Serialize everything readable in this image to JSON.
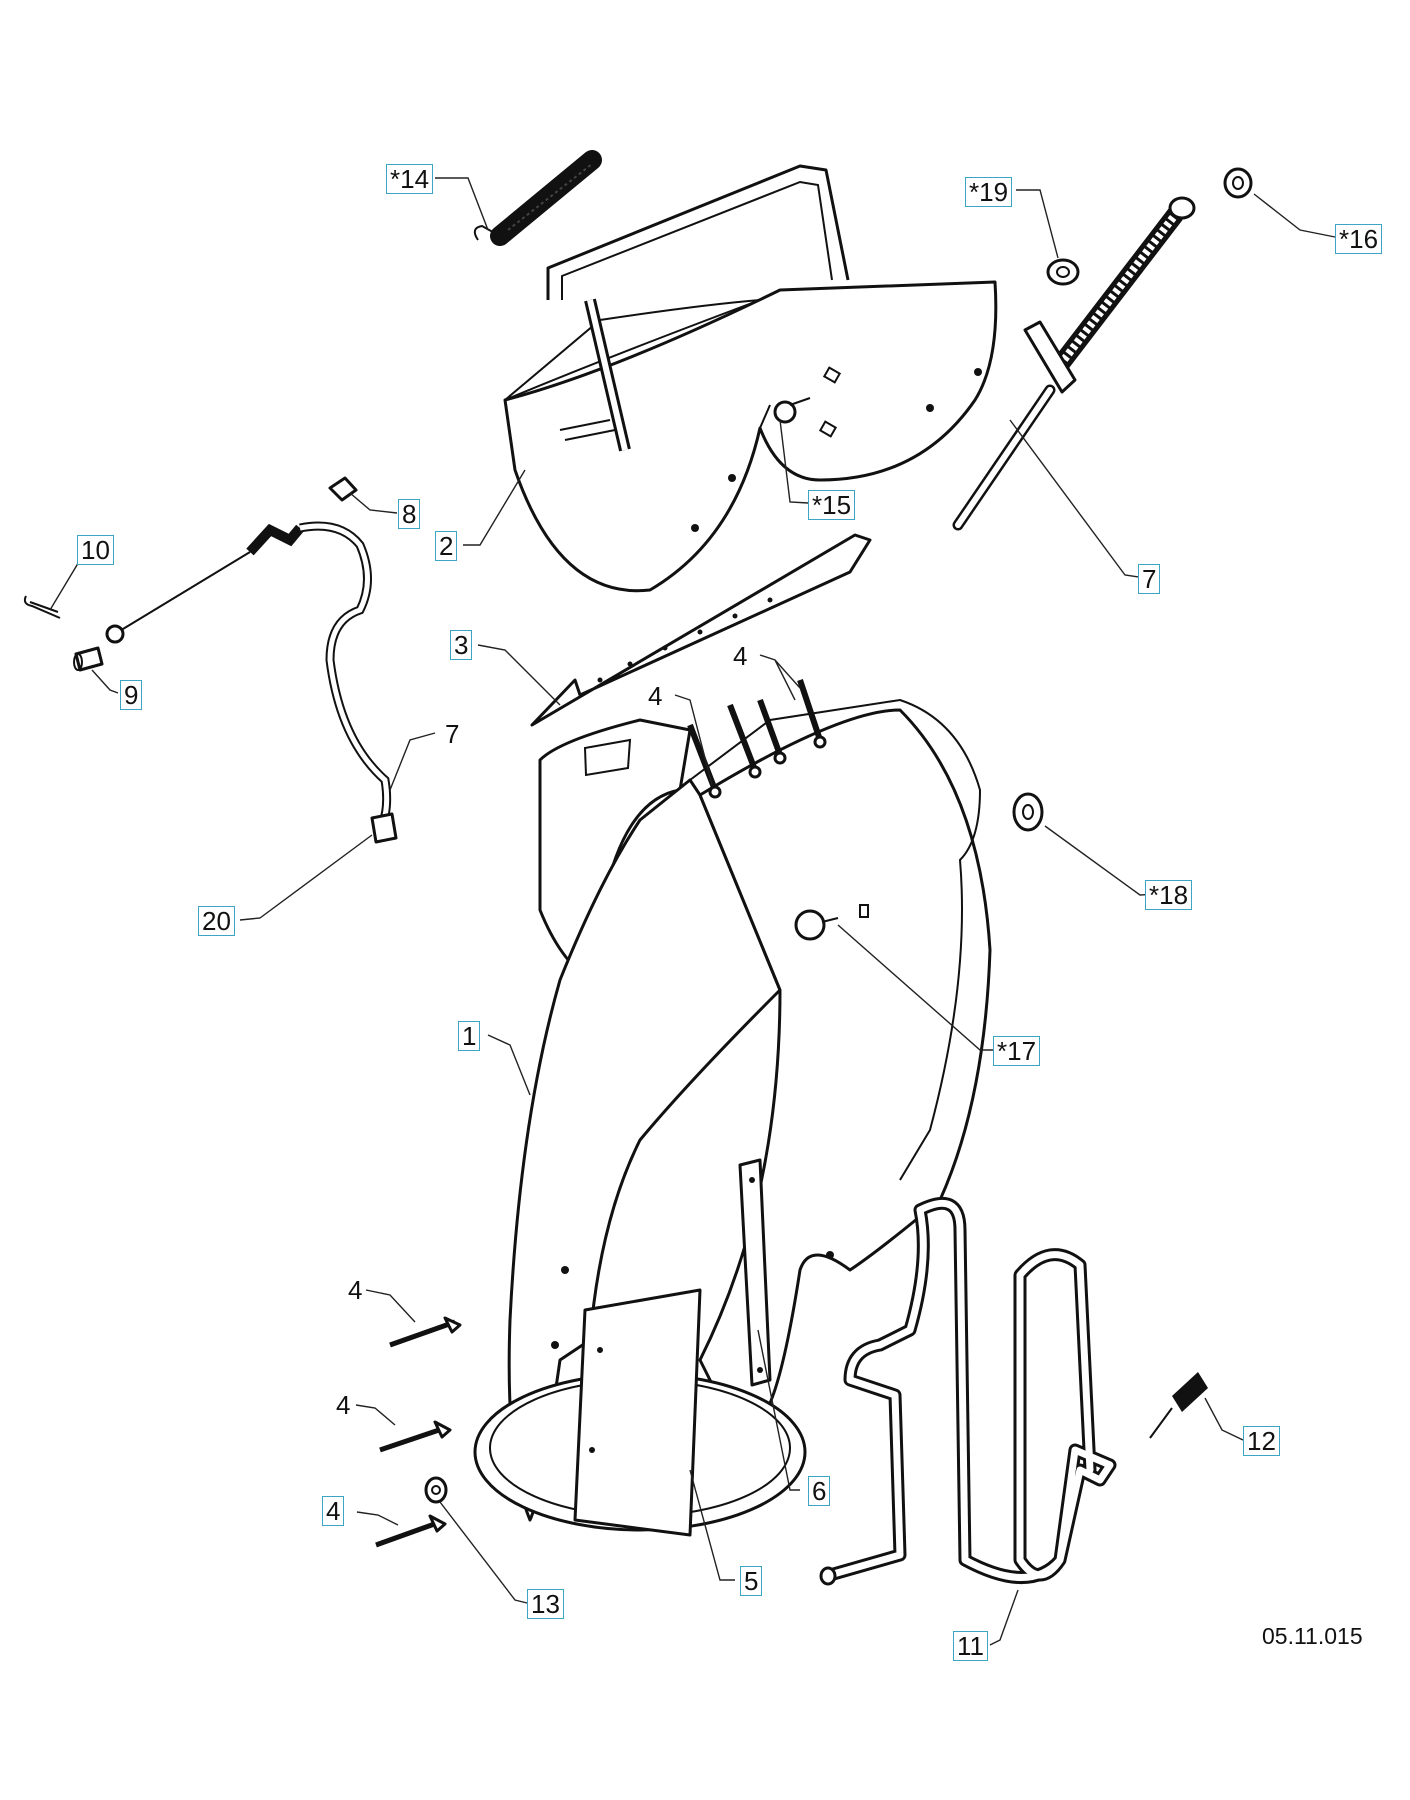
{
  "callouts": {
    "c14": "*14",
    "c19": "*19",
    "c16": "*16",
    "c8": "8",
    "c10": "10",
    "c2": "2",
    "c15": "*15",
    "c7_top": "7",
    "c9": "9",
    "c3": "3",
    "c4_a": "4",
    "c4_b": "4",
    "c7_mid": "7",
    "c18": "*18",
    "c20": "20",
    "c1": "1",
    "c17": "*17",
    "c4_c": "4",
    "c4_d": "4",
    "c4_e": "4",
    "c12": "12",
    "c6": "6",
    "c5": "5",
    "c13": "13",
    "c11": "11"
  },
  "drawing_code": "05.11.015",
  "colors": {
    "callout_box": "#3aa6c4",
    "line": "#111111"
  }
}
